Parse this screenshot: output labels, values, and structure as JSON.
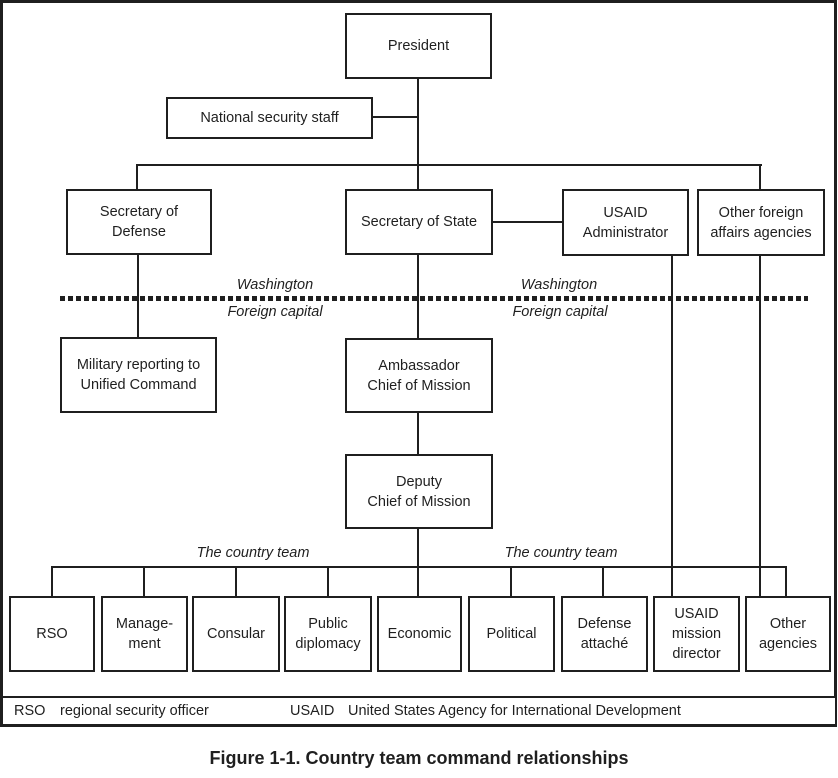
{
  "figure": {
    "caption": "Figure 1-1. Country team command relationships"
  },
  "colors": {
    "line": "#1f1f1f",
    "text": "#1f1f1f",
    "bg": "#ffffff"
  },
  "nodes": {
    "president": {
      "lines": [
        "President"
      ]
    },
    "national_security_staff": {
      "lines": [
        "National security staff"
      ]
    },
    "secretary_of_defense": {
      "lines": [
        "Secretary of",
        "Defense"
      ]
    },
    "secretary_of_state": {
      "lines": [
        "Secretary of State"
      ]
    },
    "usaid_administrator": {
      "lines": [
        "USAID",
        "Administrator"
      ]
    },
    "other_foreign_affairs": {
      "lines": [
        "Other foreign",
        "affairs agencies"
      ]
    },
    "military_unified_command": {
      "lines": [
        "Military reporting to",
        "Unified Command"
      ]
    },
    "ambassador": {
      "lines": [
        "Ambassador",
        "Chief of Mission"
      ]
    },
    "deputy_chief": {
      "lines": [
        "Deputy",
        "Chief of Mission"
      ]
    },
    "rso": {
      "lines": [
        "RSO"
      ]
    },
    "management": {
      "lines": [
        "Manage-",
        "ment"
      ]
    },
    "consular": {
      "lines": [
        "Consular"
      ]
    },
    "public_diplomacy": {
      "lines": [
        "Public",
        "diplomacy"
      ]
    },
    "economic": {
      "lines": [
        "Economic"
      ]
    },
    "political": {
      "lines": [
        "Political"
      ]
    },
    "defense_attache": {
      "lines": [
        "Defense",
        "attaché"
      ]
    },
    "usaid_mission_director": {
      "lines": [
        "USAID",
        "mission",
        "director"
      ]
    },
    "other_agencies": {
      "lines": [
        "Other",
        "agencies"
      ]
    }
  },
  "region_labels": {
    "washington": "Washington",
    "foreign_capital": "Foreign capital",
    "country_team": "The country team"
  },
  "legend": [
    {
      "abbr": "RSO",
      "definition": "regional security officer"
    },
    {
      "abbr": "USAID",
      "definition": "United States Agency for International Development"
    }
  ]
}
